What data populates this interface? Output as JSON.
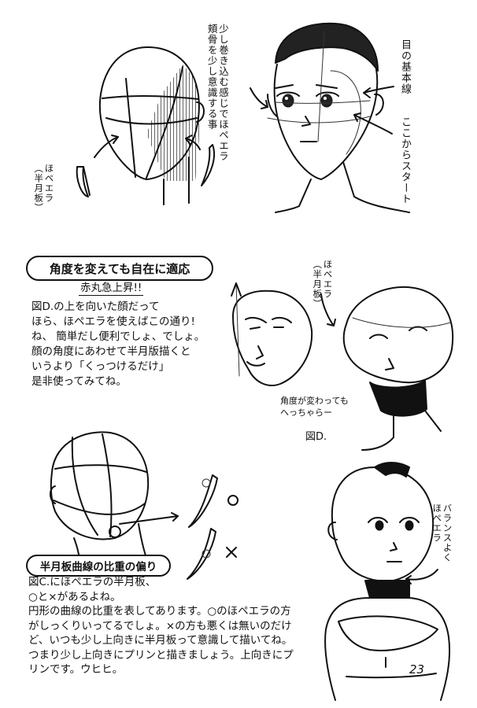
{
  "annotations": {
    "cheekbone_note": [
      "少し巻き込む感じでほペエラ",
      "頬骨を少し意識する事"
    ],
    "eye_baseline": "目の基本線",
    "start_here": "ここからスタート",
    "hopeera_half_moon": [
      "ほペエラ",
      "（半月板）"
    ],
    "hopeera_half_moon_2": [
      "ほペエラ",
      "（半月板）"
    ],
    "angle_changes_ok": [
      "角度が変わっても",
      "へっちゃらー"
    ],
    "figure_d_label": "図D.",
    "balance_note": [
      "バランスよく",
      "ほペエラ"
    ]
  },
  "section1": {
    "heading": "角度を変えても自在に適応",
    "subheading": "赤丸急上昇!!",
    "lines": [
      "図D.の上を向いた顔だって",
      "ほら、ほペエラを使えばこの通り!",
      "ね、 簡単だし便利でしょ、でしょ。",
      "顔の角度にあわせて半月版描くと",
      "いうより「くっつけるだけ」",
      "是非使ってみてね。"
    ]
  },
  "section2": {
    "heading": "半月板曲線の比重の偏り",
    "lines": [
      "図C.にほペエラの半月板、",
      "○と×があるよね。",
      "円形の曲線の比重を表してあります。○のほペエラの方",
      "がしっくりいってるでしょ。×の方も悪くは無いのだけ",
      "ど、いつも少し上向きに半月板って意識して描いてね。",
      "つまり少し上向きにプリンと描きましょう。上向きにプ",
      "リンです。ウヒヒ。"
    ]
  },
  "marks": {
    "circle": "○",
    "cross": "×"
  },
  "page_number": "23"
}
